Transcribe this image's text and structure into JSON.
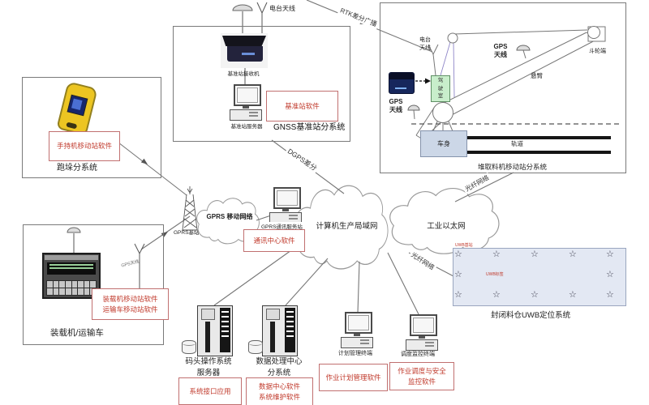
{
  "colors": {
    "accent_red": "#c0392b",
    "cab_green": "#c8eecb",
    "uwb_fill": "#e3e8f3"
  },
  "gnss": {
    "title": "GNSS基准站分系统",
    "antenna_label": "电台天线",
    "receiver_label": "基准站接收机",
    "server_label": "基准站服务器",
    "software_label": "基准站软件"
  },
  "stacker": {
    "title": "堆取料机移动站分系统",
    "rtk_label": "RTK差分广播",
    "radio_antenna_label": "电台\n天线",
    "gps_antenna_boom_label": "GPS\n天线",
    "gps_antenna_cab_label": "GPS\n天线",
    "bucket_label": "斗轮端",
    "boom_label": "悬臂",
    "cab_label": "驾驶室",
    "body_label": "车身",
    "track_label": "轨道"
  },
  "handheld": {
    "title": "跑垛分系统",
    "software_label": "手持机移动站软件"
  },
  "loader": {
    "title": "装载机/运输车",
    "software_label": "装载机移动站软件\n运输车移动站软件",
    "gps_antenna_label": "GPS天线"
  },
  "network": {
    "gprs_tower_label": "GPRS基站",
    "gprs_cloud_label": "GPRS 移动网络",
    "gprs_server_label": "GPRS通讯服务站",
    "comm_software_label": "通讯中心软件",
    "lan_cloud_label": "计算机生产局域网",
    "ethernet_cloud_label": "工业以太网",
    "dgps_label": "DGPS差分",
    "fiber_top_label": "光纤网络",
    "fiber_bottom_label": "光纤网络"
  },
  "datacenter": {
    "dock_server_label": "码头操作系统\n服务器",
    "interface_software_label": "系统接口应用",
    "dataproc_label": "数据处理中心\n分系统",
    "dataproc_software_label": "数据中心软件\n系统维护软件"
  },
  "terminals": {
    "plan_label": "计划管理终端",
    "plan_software_label": "作业计划管理软件",
    "dispatch_label": "调度监控终端",
    "dispatch_software_label": "作业调度与安全\n监控软件"
  },
  "uwb": {
    "title": "封闭料仓UWB定位系统",
    "anchor_label": "UWB基站",
    "tag_label": "UWB标签",
    "star_glyph": "☆"
  }
}
